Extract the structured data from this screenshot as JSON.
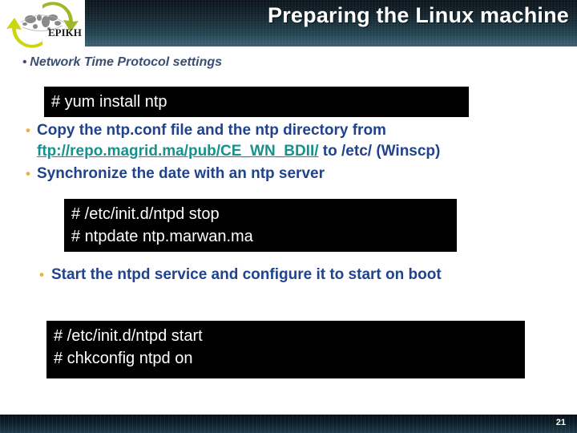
{
  "header": {
    "title": "Preparing the Linux machine",
    "bg_dark": "#0b141b",
    "bg_light": "#3d6176",
    "logo_name": "EPIKH",
    "logo_text": "EPIKH"
  },
  "body": {
    "lead_bullet": {
      "marker": "•",
      "text": "Network Time Protocol settings",
      "color": "#3b4f73"
    },
    "code_blocks": [
      {
        "id": "code-block-1",
        "text": "# yum install ntp"
      },
      {
        "id": "code-block-2",
        "text": "# /etc/init.d/ntpd stop\n# ntpdate ntp.marwan.ma"
      },
      {
        "id": "code-block-3",
        "text": "# /etc/init.d/ntpd start\n# chkconfig ntpd on"
      }
    ],
    "bullets_a": [
      {
        "marker": "•",
        "pre": "Copy the ntp.conf  file and the ntp directory from",
        "link": "ftp://repo.magrid.ma/pub/CE_WN_BDII/",
        "post": "  to /etc/ (Winscp)"
      },
      {
        "marker": "•",
        "text": "Synchronize the date with an ntp server"
      }
    ],
    "bullets_b": [
      {
        "marker": "•",
        "text": "Start the ntpd service and configure it to start on boot"
      }
    ],
    "bullet_color": "#20438c",
    "marker_color": "#e8b33a",
    "link_color": "#17918e"
  },
  "footer": {
    "page_number": "21"
  }
}
